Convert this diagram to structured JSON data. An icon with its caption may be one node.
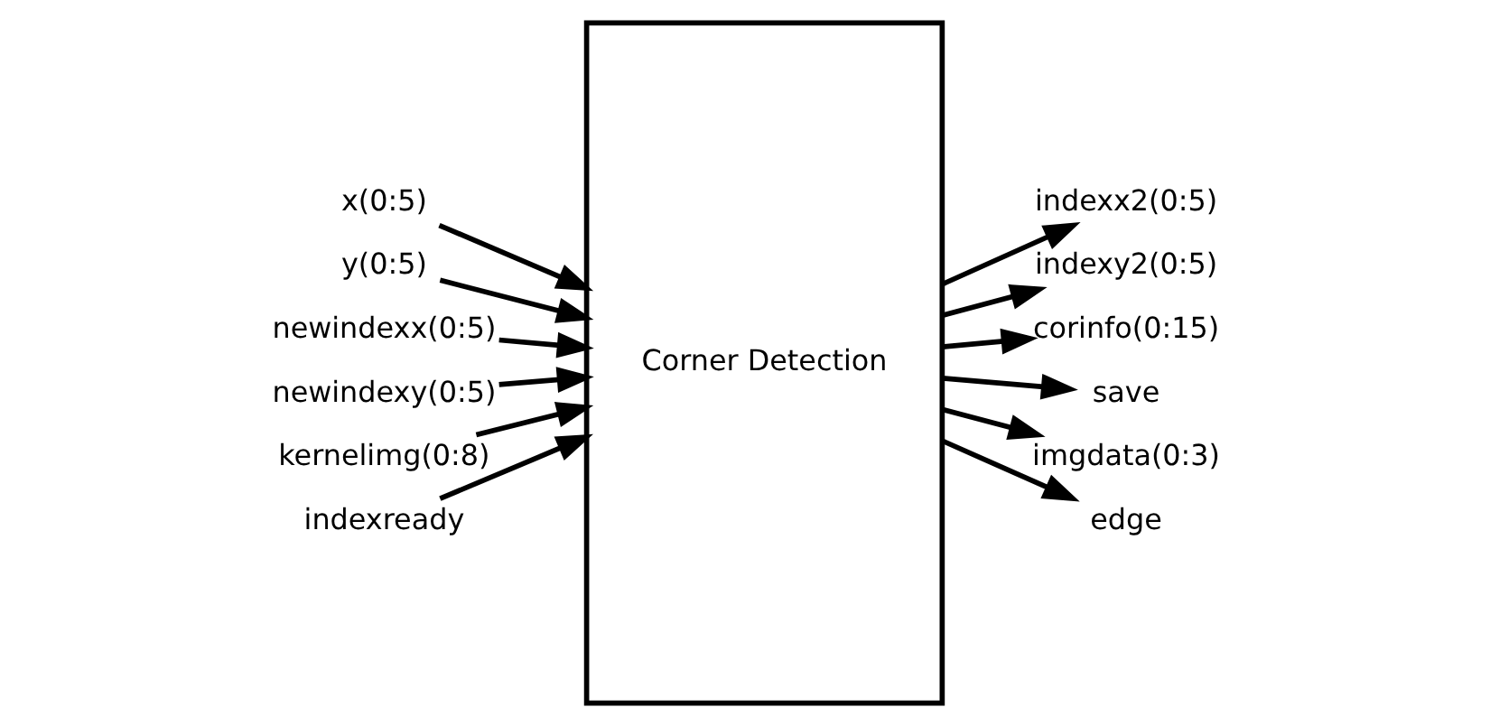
{
  "diagram": {
    "nodes": [
      {
        "text": [
          "x(0:5)"
        ]
      },
      {
        "text": [
          "y(0:5)"
        ]
      },
      {
        "text": [
          "newindexx(0:5)"
        ]
      },
      {
        "text": [
          "newindexy(0:5)"
        ]
      },
      {
        "text": [
          "kernelimg(0:8)"
        ]
      },
      {
        "text": [
          "indexready"
        ]
      },
      {
        "text": [
          "Corner Detection"
        ]
      },
      {
        "text": [
          "indexx2(0:5)"
        ]
      },
      {
        "text": [
          "indexy2(0:5)"
        ]
      },
      {
        "text": [
          "corinfo(0:15)"
        ]
      },
      {
        "text": [
          "save"
        ]
      },
      {
        "text": [
          "imgdata(0:3)"
        ]
      },
      {
        "text": [
          "edge"
        ]
      }
    ],
    "edges": [
      {
        "from": 0,
        "to": 6,
        "arrow": "to"
      },
      {
        "from": 1,
        "to": 6,
        "arrow": "to"
      },
      {
        "from": 2,
        "to": 6,
        "arrow": "to"
      },
      {
        "from": 3,
        "to": 6,
        "arrow": "to"
      },
      {
        "from": 4,
        "to": 6,
        "arrow": "to"
      },
      {
        "from": 5,
        "to": 6,
        "arrow": "to"
      },
      {
        "from": 6,
        "to": 7,
        "arrow": "to"
      },
      {
        "from": 6,
        "to": 8,
        "arrow": "to"
      },
      {
        "from": 6,
        "to": 9,
        "arrow": "to"
      },
      {
        "from": 6,
        "to": 10,
        "arrow": "to"
      },
      {
        "from": 6,
        "to": 11,
        "arrow": "to"
      },
      {
        "from": 6,
        "to": 12,
        "arrow": "to"
      }
    ]
  }
}
